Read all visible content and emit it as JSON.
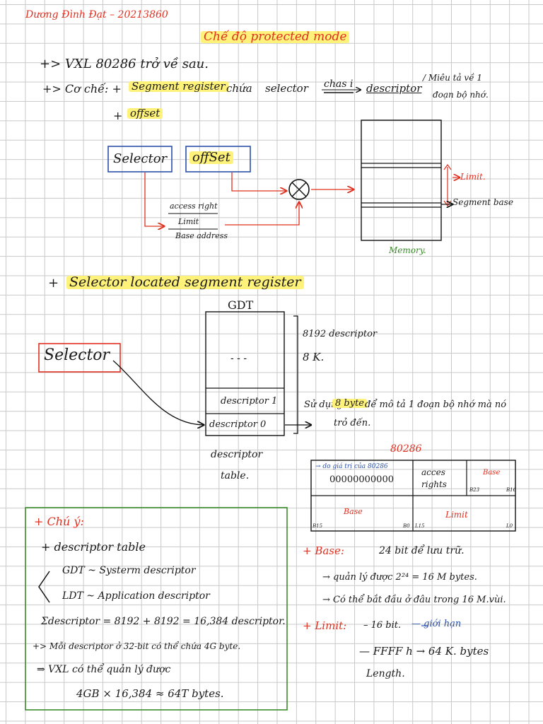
{
  "header": {
    "author": "Dương Đình Đạt – 20213860",
    "title": "Chế độ protected mode"
  },
  "intro": {
    "line1": "+> VXL 80286 trở về sau.",
    "mech_prefix": "+> Cơ chế: +",
    "seg_reg": "Segment register",
    "chua": "chứa",
    "selector": "selector",
    "chas_i": "chas i",
    "descriptor": "descriptor",
    "note_line1": "/ Miêu tả về 1",
    "note_line2": "đoạn bộ nhớ.",
    "plus": "+",
    "offset": "offset"
  },
  "diagram1": {
    "selector_box": "Selector",
    "offset_box": "offSet",
    "access": "access right",
    "limit": "Limit",
    "base": "Base address",
    "limit_arrow": "Limit.",
    "seg_base": "Segment base",
    "memory": "Memory."
  },
  "section2": {
    "heading": "Selector located segment register",
    "gdt": "GDT"
  },
  "diagram2": {
    "brace_count": "8192 descriptor",
    "brace_k": "8 K.",
    "dots": "- - -",
    "desc1": "descriptor 1",
    "desc0": "descriptor 0",
    "selector_box": "Selector",
    "table_label1": "descriptor",
    "table_label2": "table.",
    "use_prefix": "Sử dụng",
    "eight_byte": "8 byte",
    "use_suffix": "để mô tả 1 đoạn bộ nhớ mà nó",
    "use_line2": "trỏ đến."
  },
  "table80286": {
    "title": "80286",
    "cell1_note": "→ do giá trị của 80286",
    "cell1_value": "00000000000",
    "cell2": "acces rights",
    "cell3": "Base",
    "b23": "B23",
    "b16": "B16",
    "base_row2": "Base",
    "b15": "B15",
    "b0": "B0",
    "limit_row2": "Limit",
    "l15": "L15",
    "l0": "L0"
  },
  "note_box": {
    "title": "+ Chú ý:",
    "line1": "+ descriptor table",
    "gdt_line": "GDT ~ Systerm descriptor",
    "ldt_line": "LDT ~ Application descriptor",
    "sum": "Σdescriptor = 8192 + 8192 = 16,384 descriptor.",
    "line_each": "+> Mỗi descriptor ở 32-bit có thể chứa 4G byte.",
    "line_vxl": "⇒ VXL có thể quản lý được",
    "line_total": "4GB × 16,384 ≈ 64T bytes."
  },
  "right_notes": {
    "base_label": "+ Base:",
    "base_desc": "24 bit để lưu trữ.",
    "line_manage": "→ quản lý được 2²⁴ = 16 M bytes.",
    "line_start": "→ Có thể bắt đầu ở đâu trong 16 M.vùi.",
    "limit_label": "+ Limit:",
    "limit_desc": "– 16 bit.",
    "limit_blue": "— giới hạn",
    "ffff": "— FFFF h → 64 K. bytes",
    "length": "Length."
  },
  "colors": {
    "highlight": "#fff27a",
    "red": "#e03020",
    "blue": "#2a50a8",
    "green": "#3a8a2a",
    "grid": "#c9c9c9"
  }
}
